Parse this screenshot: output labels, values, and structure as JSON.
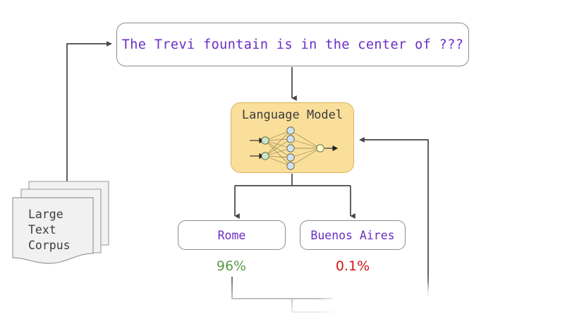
{
  "diagram": {
    "title": "Language model inference with RLHF-style feedback loop",
    "colors": {
      "prompt_text": "#6a2ec4",
      "lm_fill": "#fadf9a",
      "lm_border": "#d8b25f",
      "box_border": "#8d8d8d",
      "wire": "#444444",
      "corpus_fill": "#f1f1f1",
      "high_prob": "#5a9a4a",
      "low_prob": "#d01515",
      "node_input": "#c8e6c9",
      "node_hidden": "#cfe2f3",
      "node_output": "#ffffcc"
    }
  },
  "prompt": {
    "text": "The Trevi fountain is in the center of ???"
  },
  "model": {
    "title": "Language Model",
    "network": {
      "input_nodes": 2,
      "hidden_nodes": 5,
      "output_nodes": 1
    }
  },
  "corpus": {
    "label": "Large\nText\nCorpus",
    "sheets": 3
  },
  "outputs": [
    {
      "label": "Rome",
      "probability": "96%"
    },
    {
      "label": "Buenos Aires",
      "probability": "0.1%"
    }
  ],
  "edges": {
    "corpus_to_prompt": "corpus feeds prompt",
    "prompt_to_model": "prompt into language model",
    "model_to_outputs": "model branches to candidate answers",
    "outputs_to_model": "probabilities fed back into language model"
  }
}
